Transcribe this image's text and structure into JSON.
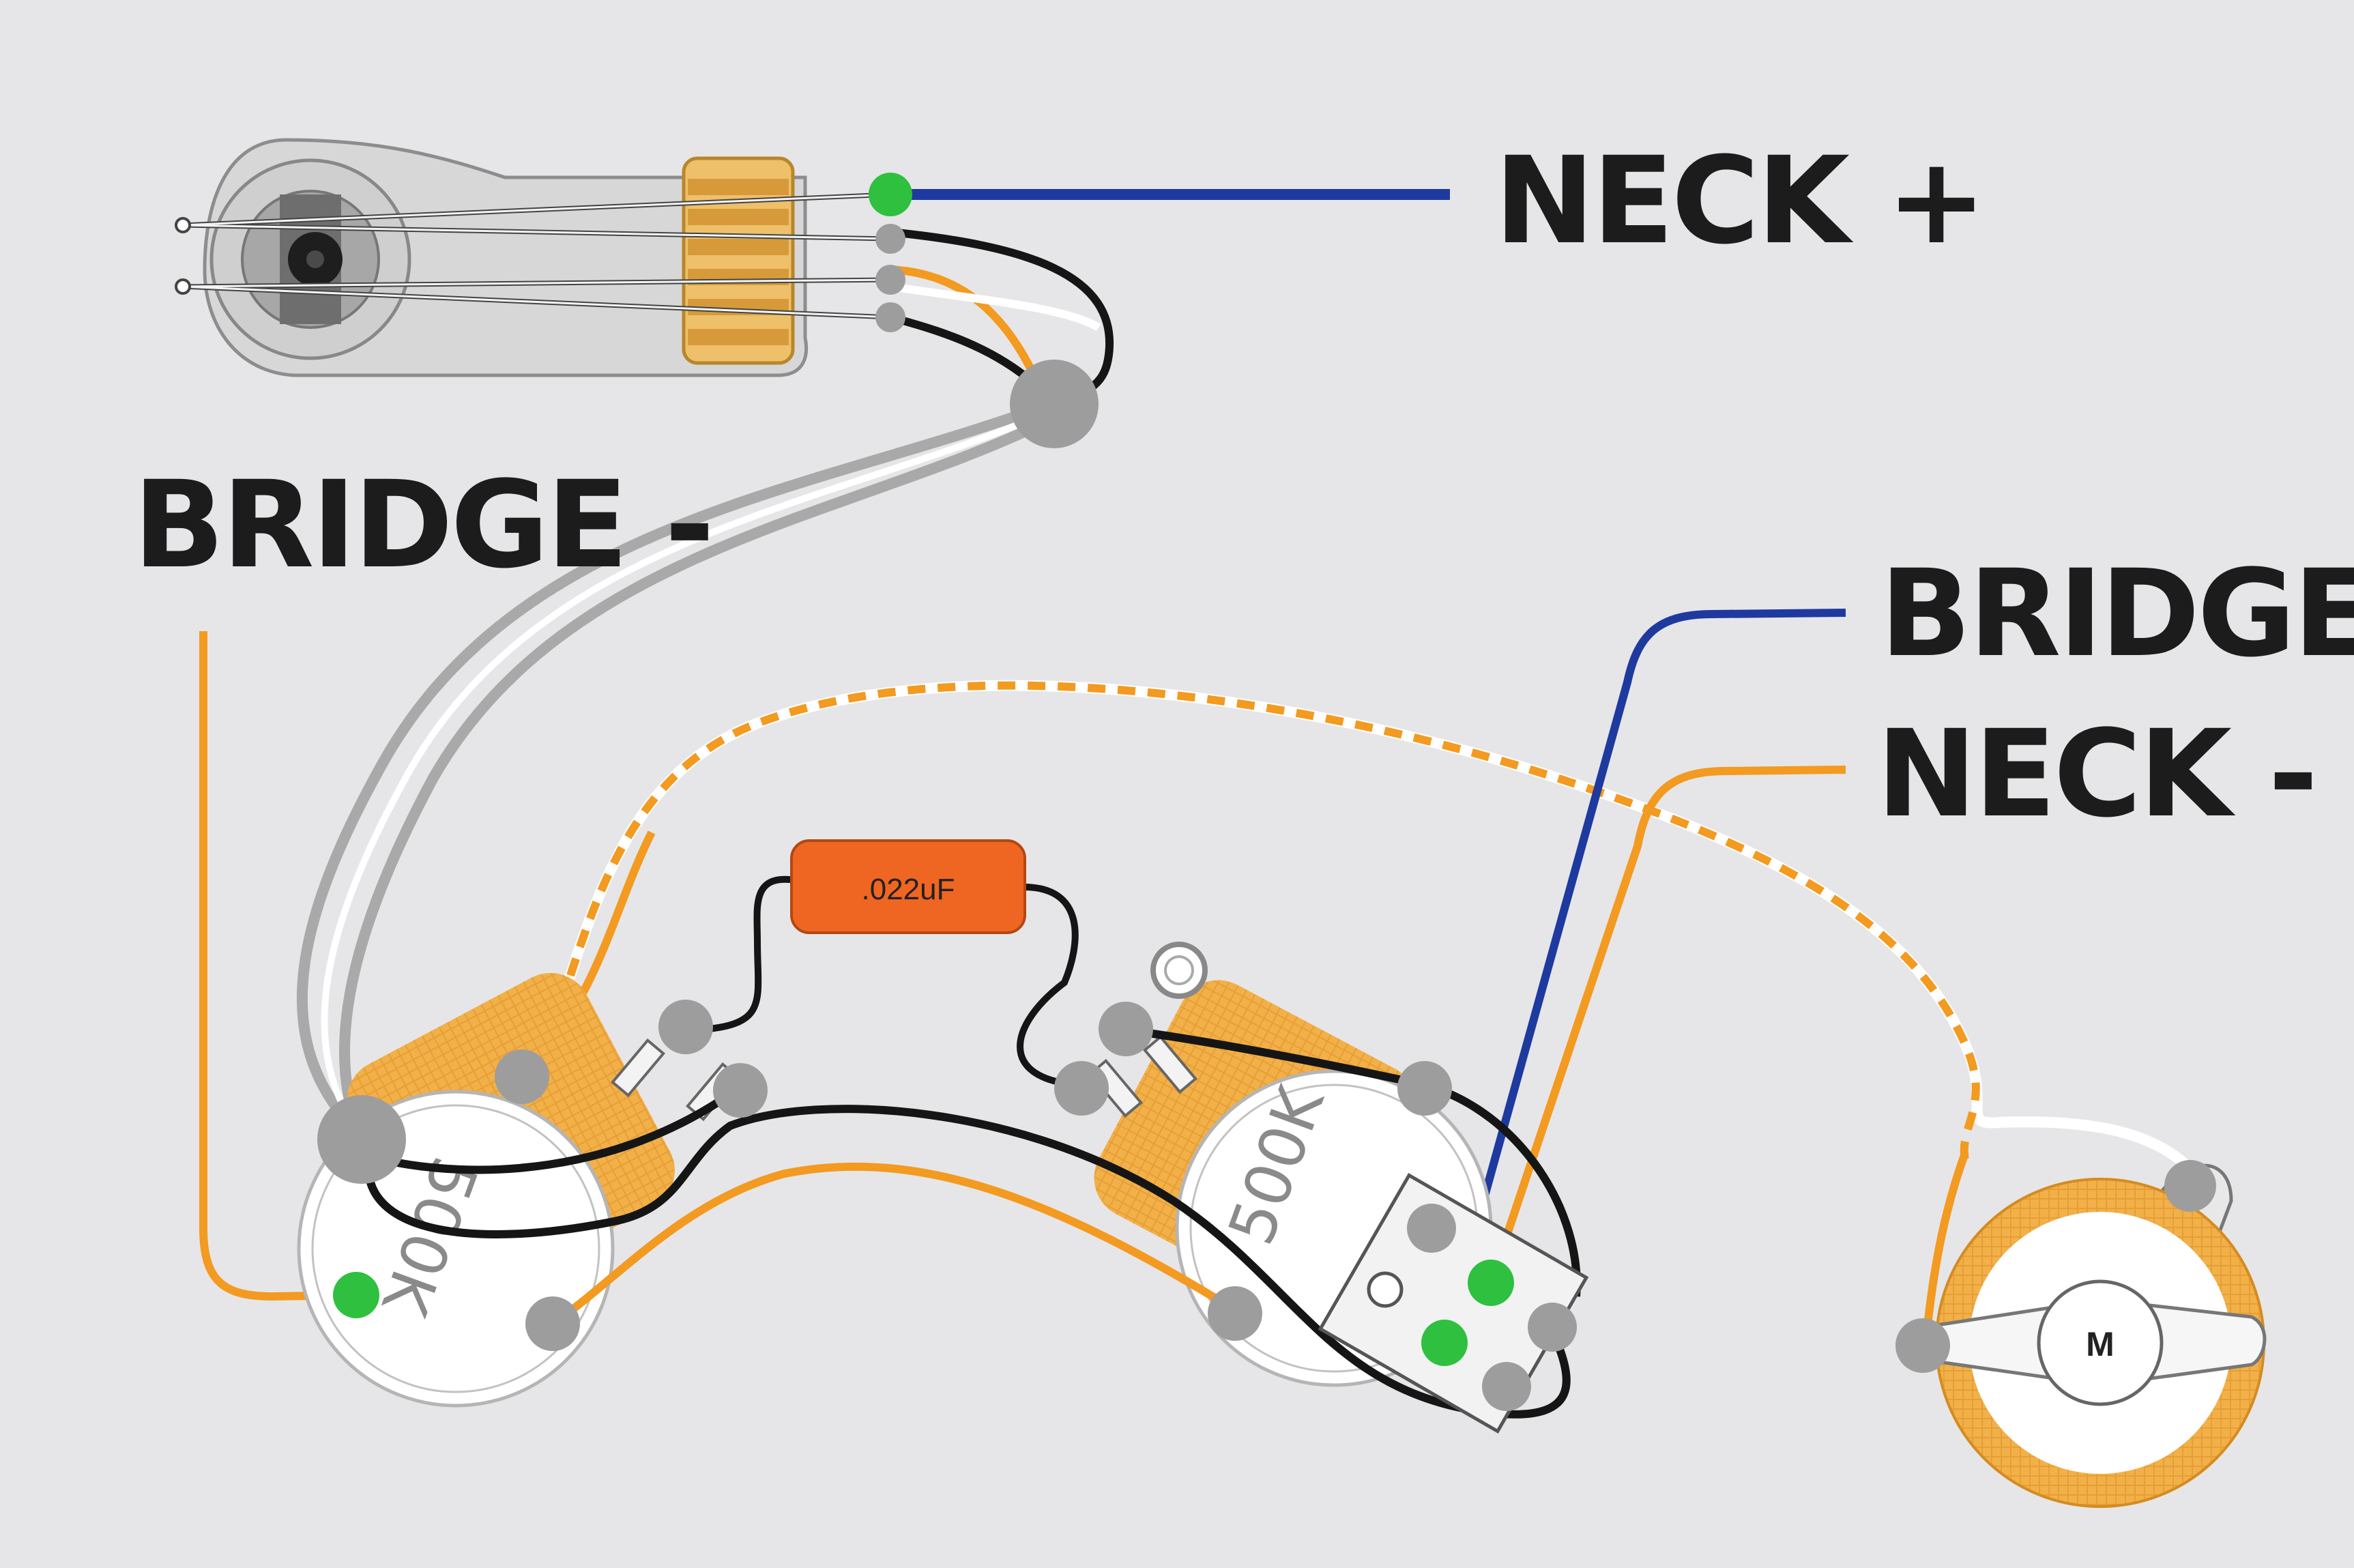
{
  "labels": {
    "neck_plus": "NECK +",
    "bridge_minus": "BRIDGE -",
    "bridge_plus": "BRIDGE +",
    "neck_minus": "NECK -"
  },
  "components": {
    "capacitor": ".022uF",
    "pot_left": "500K",
    "pot_right": "500K",
    "output_jack": "M"
  },
  "colors": {
    "background": "#e6e6e8",
    "wire_blue": "#1f3a9e",
    "wire_orange": "#f39a21",
    "wire_black": "#151515",
    "wire_gray": "#a9a9a9",
    "wire_white": "#ffffff",
    "solder_green": "#2ec03e",
    "solder_gray": "#9d9d9d",
    "pot_body": "#f2b049",
    "capacitor": "#ef6622"
  }
}
